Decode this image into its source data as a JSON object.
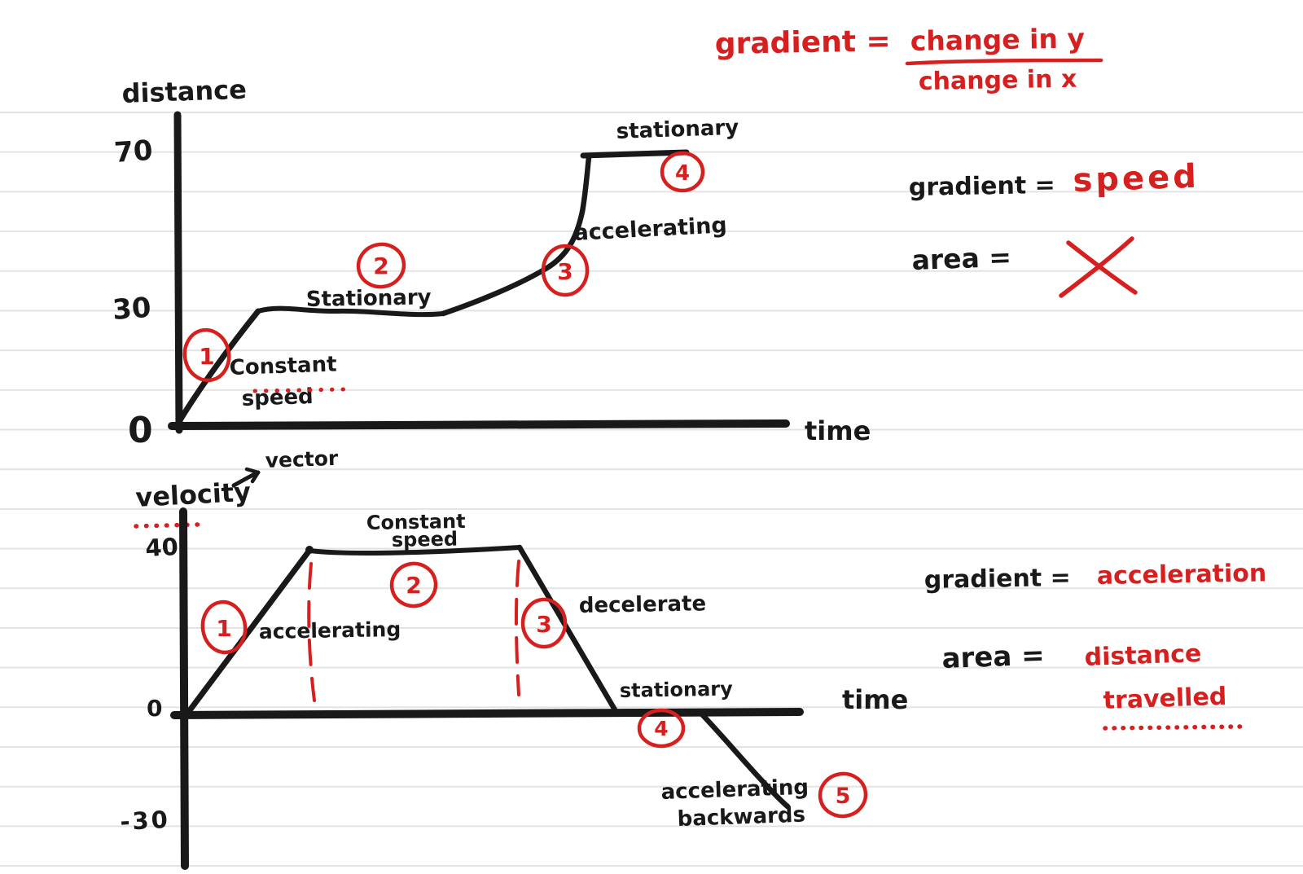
{
  "colors": {
    "ink": "#191919",
    "red_pen": "#d62020",
    "ruled_line": "#e3e3e3",
    "background": "#ffffff"
  },
  "header_formula": {
    "lhs": "gradient =",
    "numerator": "change in y",
    "denominator": "change in x"
  },
  "chart_data": [
    {
      "type": "line",
      "title": "distance-time graph",
      "xlabel": "time",
      "ylabel": "distance",
      "yticks": [
        0,
        30,
        70
      ],
      "x": [
        0,
        1.5,
        5,
        6.5,
        7.4,
        9.2
      ],
      "y": [
        0,
        30,
        30,
        45,
        70,
        70
      ],
      "grid": "ruled paper lines only",
      "segments": [
        {
          "id": 1,
          "label": "Constant speed",
          "lines": [
            "Constant",
            "speed"
          ],
          "behaviour": "distance rises linearly 0 to 30"
        },
        {
          "id": 2,
          "label": "Stationary",
          "behaviour": "distance constant at 30"
        },
        {
          "id": 3,
          "label": "accelerating",
          "behaviour": "distance curves steeply up from 30 to 70"
        },
        {
          "id": 4,
          "label": "stationary",
          "behaviour": "distance constant at 70"
        }
      ],
      "notes": {
        "gradient": {
          "lhs": "gradient =",
          "rhs": "speed"
        },
        "area": {
          "lhs": "area =",
          "rhs_icon": "red-cross-not-applicable"
        }
      }
    },
    {
      "type": "line",
      "title": "velocity-time graph",
      "xlabel": "time",
      "ylabel": "velocity",
      "ylabel_annotation": "vector",
      "yticks": [
        -30,
        0,
        40
      ],
      "x": [
        0,
        2,
        5.4,
        6.9,
        8.3,
        9.7
      ],
      "y": [
        0,
        40,
        40,
        0,
        0,
        -30
      ],
      "grid": "ruled paper lines only",
      "segments": [
        {
          "id": 1,
          "label": "accelerating",
          "behaviour": "velocity rises 0 to 40"
        },
        {
          "id": 2,
          "label": "Constant speed",
          "lines": [
            "Constant",
            "speed"
          ],
          "behaviour": "velocity constant at 40"
        },
        {
          "id": 3,
          "label": "decelerate",
          "behaviour": "velocity falls 40 to 0"
        },
        {
          "id": 4,
          "label": "stationary",
          "behaviour": "velocity 0 along axis"
        },
        {
          "id": 5,
          "label": "accelerating backwards",
          "lines": [
            "accelerating",
            "backwards"
          ],
          "behaviour": "velocity falls 0 to -30 below axis"
        }
      ],
      "notes": {
        "gradient": {
          "lhs": "gradient =",
          "rhs": "acceleration"
        },
        "area": {
          "lhs": "area =",
          "rhs_lines": [
            "distance",
            "travelled"
          ]
        }
      }
    }
  ]
}
